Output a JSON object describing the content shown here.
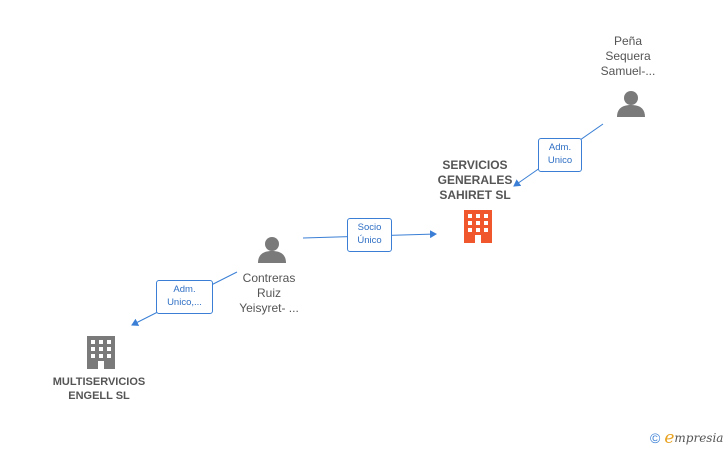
{
  "nodes": {
    "pena": {
      "lines": [
        "Peña",
        "Sequera",
        "Samuel-..."
      ],
      "type": "person"
    },
    "servicios": {
      "lines": [
        "SERVICIOS",
        "GENERALES",
        "SAHIRET  SL"
      ],
      "type": "company",
      "highlight": true
    },
    "contreras": {
      "lines": [
        "Contreras",
        "Ruiz",
        "Yeisyret- ..."
      ],
      "type": "person"
    },
    "multiservicios": {
      "lines": [
        "MULTISERVICIOS",
        "ENGELL  SL"
      ],
      "type": "company"
    }
  },
  "edges": {
    "pena_servicios": {
      "lines": [
        "Adm.",
        "Unico"
      ]
    },
    "contreras_servicios": {
      "lines": [
        "Socio",
        "Único"
      ]
    },
    "contreras_multi": {
      "lines": [
        "Adm.",
        "Unico,..."
      ]
    }
  },
  "brand": {
    "copyright": "©",
    "e": "e",
    "rest": "mpresia"
  },
  "colors": {
    "edge": "#3a7fd5",
    "person_icon": "#7a7a7a",
    "company_icon": "#7a7a7a",
    "highlight_company": "#f0572c"
  }
}
